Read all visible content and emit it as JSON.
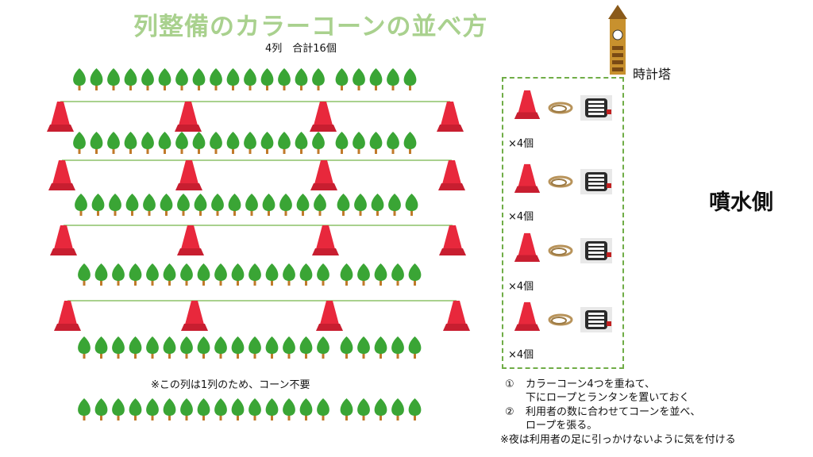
{
  "title": "列整備のカラーコーンの並べ方",
  "subtitle": "4列　合計16個",
  "tower_label": "時計塔",
  "fountain_label": "噴水側",
  "supply_sets": [
    {
      "qty": "×4個"
    },
    {
      "qty": "×4個"
    },
    {
      "qty": "×4個"
    },
    {
      "qty": "×4個"
    }
  ],
  "row_note": "※この列は1列のため、コーン不要",
  "instructions": {
    "step1_num": "①",
    "step1_line1": "カラーコーン4つを重ねて、",
    "step1_line2": "下にロープとランタンを置いておく",
    "step2_num": "②",
    "step2_line1": "利用者の数に合わせてコーンを並べ、",
    "step2_line2": "ロープを張る。",
    "caution": "※夜は利用者の足に引っかけないように気を付ける"
  },
  "layout_counts": {
    "cone_rows": 4,
    "cones_per_row": 4,
    "tree_rows": 6,
    "trees_per_row": 20
  },
  "colors": {
    "title": "#a9d18e",
    "cone": "#e8283c",
    "rope": "#a9d18e",
    "tree": "#3aa535",
    "trunk": "#c07a2a",
    "dashed_box": "#70ad47"
  }
}
